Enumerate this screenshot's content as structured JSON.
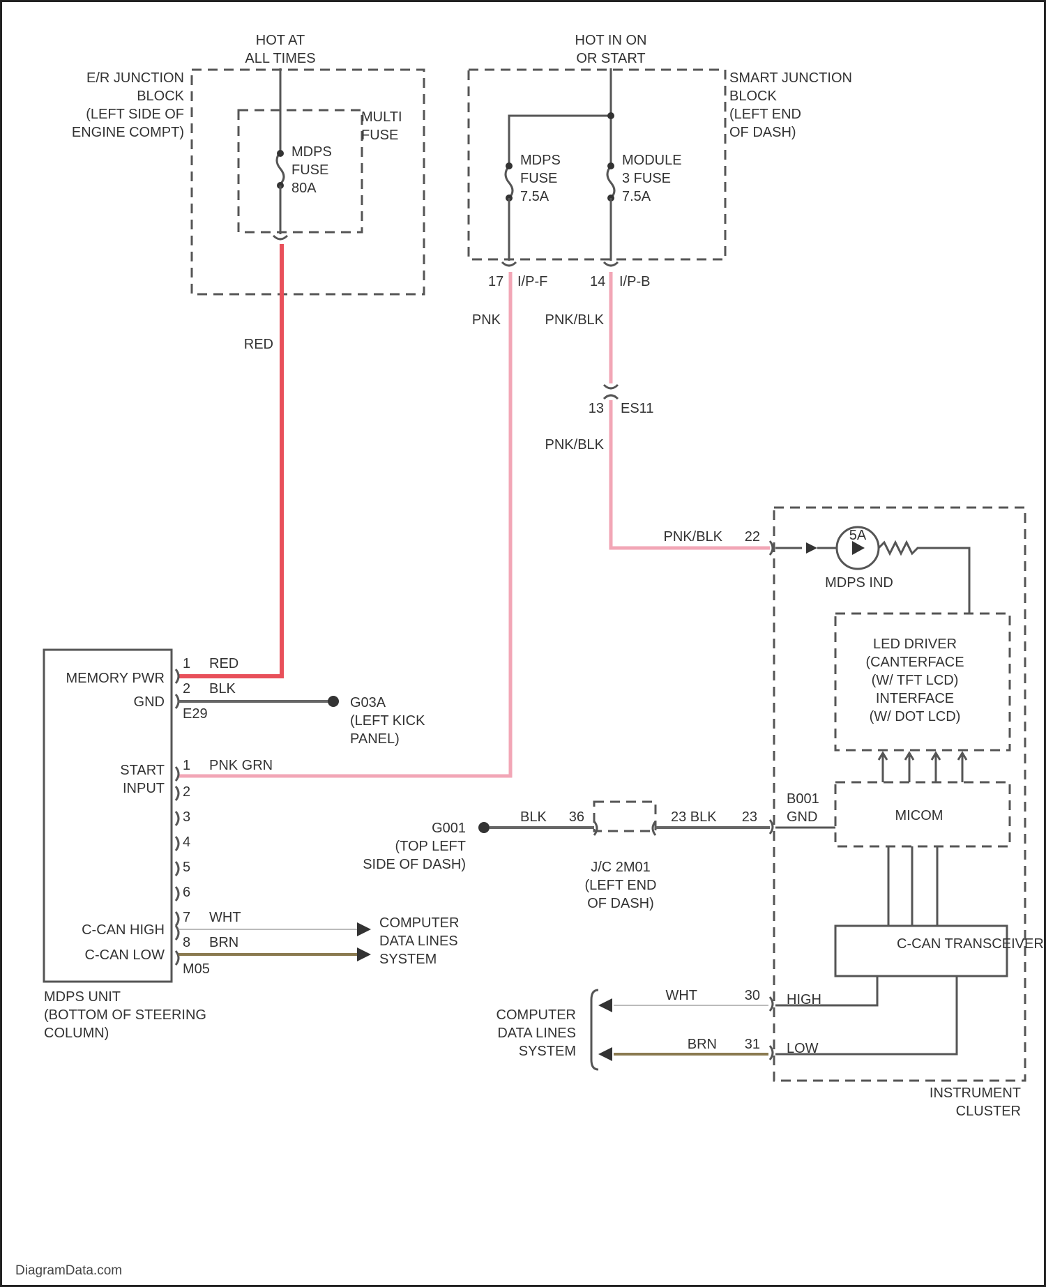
{
  "supply": {
    "hot_at_all_times": [
      "HOT AT",
      "ALL TIMES"
    ],
    "hot_in_on": [
      "HOT IN ON",
      "OR START"
    ]
  },
  "eir_block": {
    "label": [
      "E/R JUNCTION",
      "BLOCK",
      "(LEFT SIDE OF",
      "ENGINE COMPT)"
    ],
    "multi_fuse": [
      "MULTI",
      "FUSE"
    ],
    "fuse": [
      "MDPS",
      "FUSE",
      "80A"
    ]
  },
  "smart_block": {
    "label": [
      "SMART JUNCTION",
      "BLOCK",
      "(LEFT END",
      "OF DASH)"
    ],
    "fuse_mdps": [
      "MDPS",
      "FUSE",
      "7.5A"
    ],
    "fuse_module": [
      "MODULE",
      "3 FUSE",
      "7.5A"
    ],
    "conn_left": [
      "17",
      "I/P-F"
    ],
    "conn_right": [
      "14",
      "I/P-B"
    ]
  },
  "wires": {
    "red": "RED",
    "pnk": "PNK",
    "pnk_blk": "PNK/BLK",
    "pnk_blk_2": "PNK/BLK",
    "pnk_blk_3": "PNK/BLK",
    "es11_pin": "13",
    "es11": "ES11",
    "red_pin": "1",
    "red_label": "RED",
    "blk_pin": "2",
    "blk_label": "BLK",
    "e29": "E29",
    "pnk_grn_pin": "1",
    "pnk_grn": "PNK GRN",
    "wht_pin": "7",
    "wht": "WHT",
    "brn_pin": "8",
    "brn": "BRN",
    "m05": "M05",
    "blk_pin_left": "36",
    "blk_left": "BLK",
    "blk_right": "23 BLK",
    "blk_right_pin": "23",
    "wht_r": "WHT",
    "wht_r_pin": "30",
    "brn_r": "BRN",
    "brn_r_pin": "31",
    "ind_pin": "22"
  },
  "ground_g03": [
    "G03A",
    "(LEFT KICK",
    "PANEL)"
  ],
  "ground_g01": [
    "G001",
    "(TOP LEFT",
    "SIDE OF DASH)"
  ],
  "jc": [
    "J/C 2M01",
    "(LEFT END",
    "OF DASH)"
  ],
  "mdps_unit": {
    "memory_pwr": "MEMORY PWR",
    "gnd": "GND",
    "start_input": [
      "START",
      "INPUT"
    ],
    "pins": [
      "2",
      "3",
      "4",
      "5",
      "6"
    ],
    "c_can_high": "C-CAN HIGH",
    "c_can_low": "C-CAN LOW",
    "label": [
      "MDPS UNIT",
      "(BOTTOM OF STEERING",
      "COLUMN)"
    ]
  },
  "computer_data_left": [
    "COMPUTER",
    "DATA LINES",
    "SYSTEM"
  ],
  "computer_data_right": [
    "COMPUTER",
    "DATA LINES",
    "SYSTEM"
  ],
  "cluster": {
    "bulb": "5A",
    "mdps_ind": "MDPS IND",
    "led_driver": [
      "LED DRIVER",
      "(CANTERFACE",
      "(W/ TFT LCD)",
      "INTERFACE",
      "(W/ DOT LCD)"
    ],
    "gnd_block": [
      "B001",
      "GND"
    ],
    "micom": "MICOM",
    "c_can_transceiver": "C-CAN TRANSCEIVER",
    "high": "HIGH",
    "low": "LOW",
    "label": [
      "INSTRUMENT",
      "CLUSTER"
    ]
  },
  "watermark": "DiagramData.com"
}
